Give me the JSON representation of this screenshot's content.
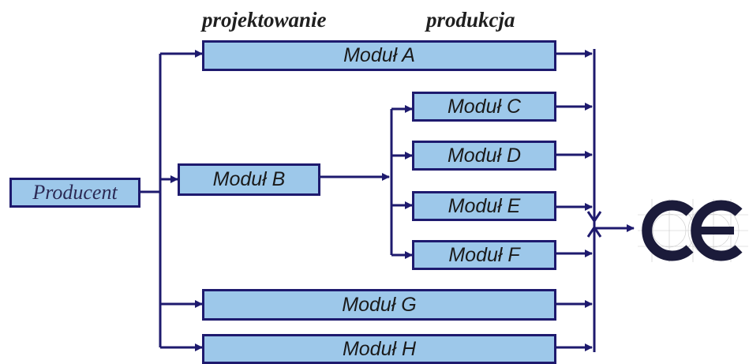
{
  "phases": {
    "design": "projektowanie",
    "production": "produkcja"
  },
  "producer": {
    "label": "Producent"
  },
  "modules": {
    "a": "Moduł A",
    "b": "Moduł B",
    "c": "Moduł C",
    "d": "Moduł D",
    "e": "Moduł E",
    "f": "Moduł F",
    "g": "Moduł G",
    "h": "Moduł H"
  },
  "logo": {
    "name": "ce-marking",
    "color": "#1b1b3a"
  },
  "colors": {
    "box_fill": "#9dc8ea",
    "line": "#1e1a6e"
  }
}
